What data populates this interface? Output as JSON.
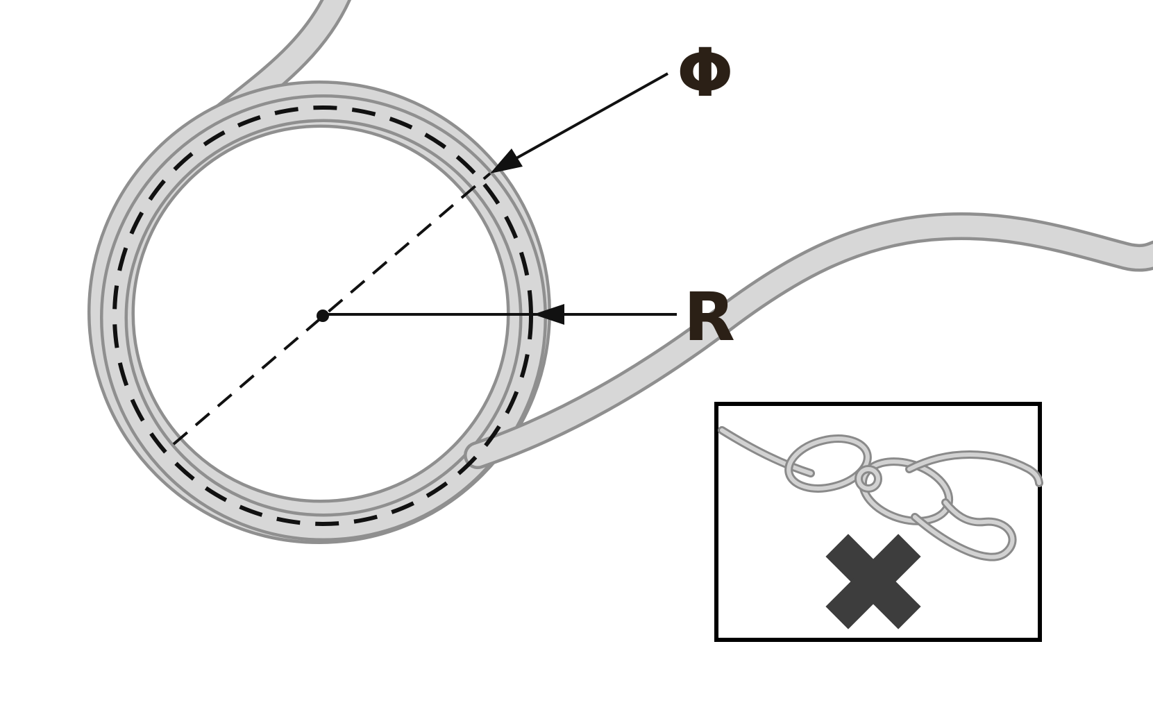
{
  "diagram": {
    "type": "cable-coiling-instruction-diagram",
    "labels": {
      "diameter_symbol": "Φ",
      "radius_symbol": "R"
    },
    "icons": {
      "x_mark": "x-mark-icon",
      "diameter_arrow": "arrowhead-icon",
      "radius_arrow": "arrowhead-icon"
    },
    "colors": {
      "background": "#ffffff",
      "cable_fill": "#d7d7d7",
      "cable_outline": "#8f8f8f",
      "dimension_line": "#111111",
      "label_text": "#2b2016",
      "x_mark": "#3d3d3d",
      "inset_border": "#000000"
    }
  }
}
